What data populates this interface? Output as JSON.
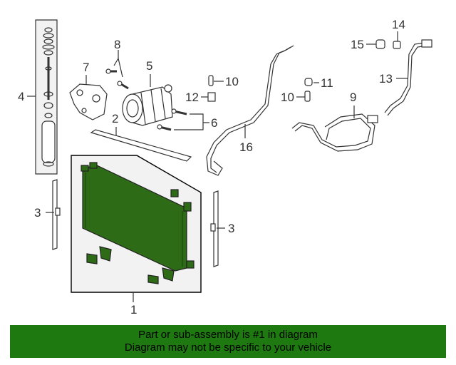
{
  "callouts": {
    "c1": "1",
    "c2": "2",
    "c3a": "3",
    "c3b": "3",
    "c4": "4",
    "c5": "5",
    "c6": "6",
    "c7": "7",
    "c8": "8",
    "c9": "9",
    "c10a": "10",
    "c10b": "10",
    "c11": "11",
    "c12": "12",
    "c13": "13",
    "c14": "14",
    "c15": "15",
    "c16": "16"
  },
  "banner": {
    "line1": "Part or sub-assembly is #1 in diagram",
    "line2": "Diagram may not be specific to your vehicle"
  },
  "colors": {
    "highlight": "#2e6b17",
    "banner": "#1e7a10",
    "line": "#333333",
    "panel": "#f2f2f2"
  }
}
